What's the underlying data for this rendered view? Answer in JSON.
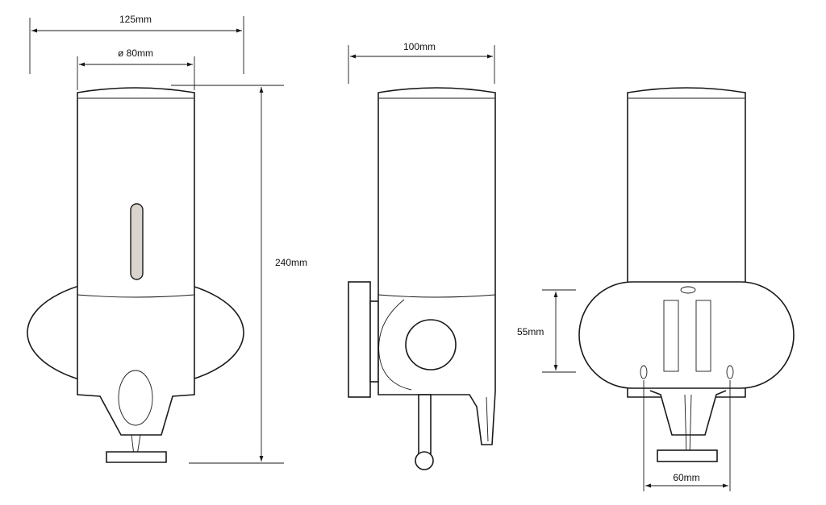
{
  "dimensions": {
    "front_width": "125mm",
    "front_diameter": "ø 80mm",
    "front_height": "240mm",
    "side_depth": "100mm",
    "back_fixing_height": "55mm",
    "back_fixing_width": "60mm"
  },
  "colors": {
    "line": "#1a1a1a",
    "window_fill": "#d9d4cc",
    "background": "#ffffff"
  }
}
